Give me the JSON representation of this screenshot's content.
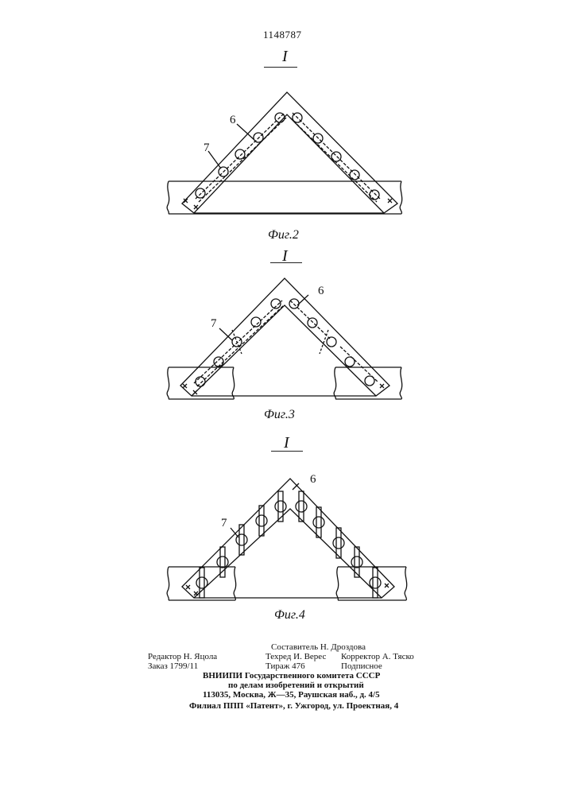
{
  "header": {
    "patent_number": "1148787"
  },
  "figures": [
    {
      "section_mark": "I",
      "caption": "Фиг.2",
      "label_plate": "6",
      "label_weld": "7"
    },
    {
      "section_mark": "I",
      "caption": "Фиг.3",
      "label_plate": "6",
      "label_weld": "7"
    },
    {
      "section_mark": "I",
      "caption": "Фиг.4",
      "label_plate": "6",
      "label_weld": "7"
    }
  ],
  "imprint": {
    "editor": "Редактор Н. Яцола",
    "order": "Заказ 1799/11",
    "compiler": "Составитель Н. Дроздова",
    "techred": "Техред И. Верес",
    "circulation": "Тираж 476",
    "corrector": "Корректор А. Тяско",
    "subscription": "Подписное",
    "institute": "ВНИИПИ Государственного комитета СССР",
    "affairs": "по делам изобретений и открытий",
    "address": "113035, Москва, Ж—35, Раушская наб., д. 4/5",
    "branch": "Филиал ППП «Патент», г. Ужгород, ул. Проектная, 4"
  }
}
